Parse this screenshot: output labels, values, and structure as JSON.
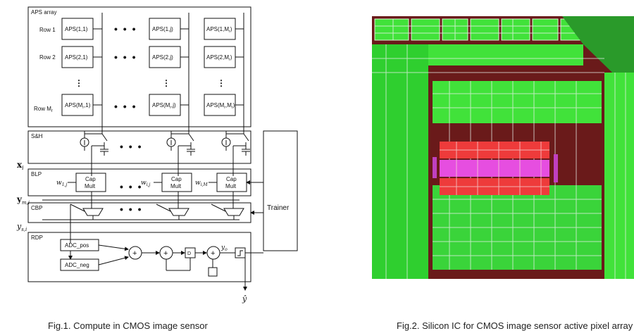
{
  "figure1": {
    "caption": "Fig.1. Compute in CMOS image sensor",
    "sections": {
      "aps": "APS array",
      "sh": "S&H",
      "blp": "BLP",
      "cbp": "CBP",
      "rdp": "RDP",
      "trainer": "Trainer"
    },
    "rows": {
      "row1": "Row 1",
      "row2": "Row 2",
      "rowM": "Row M",
      "rowM_sub": "r"
    },
    "aps_cells": {
      "r1c1": "APS(1,1)",
      "r1cj": "APS(1,j)",
      "r1cM": "APS(1,M",
      "r2c1": "APS(2,1)",
      "r2cj": "APS(2,j)",
      "r2cM": "APS(2,M",
      "rMc1": "APS(M",
      "rMcj": "APS(M",
      "rMcM": "APS(M"
    },
    "cap_mult": [
      "Cap",
      "Mult"
    ],
    "weights": {
      "w1": "w",
      "w1_sub": "1,j",
      "wi": "w",
      "wi_sub": "i,j",
      "wM": "w",
      "wM_sub": "i,M"
    },
    "signals": {
      "x": "x",
      "x_sub": "i",
      "ym": "y",
      "ym_sub": "m,i",
      "ys": "y",
      "ys_sub": "s,i",
      "yo": "y",
      "yo_sub": "o",
      "yhat": "ŷ"
    },
    "adc": {
      "pos": "ADC_pos",
      "neg": "ADC_neg"
    },
    "blocks": {
      "delay": "D",
      "plus": "+",
      "ellipsis": "• • •"
    }
  },
  "figure2": {
    "caption": "Fig.2. Silicon IC for CMOS image sensor active pixel array"
  },
  "colors": {
    "layout_background": "#6a1a1a",
    "metal_green": "#41e23a",
    "red_block": "#ee3b3b",
    "magenta_block": "#e64ee0",
    "line_white": "#e8f0ea"
  }
}
